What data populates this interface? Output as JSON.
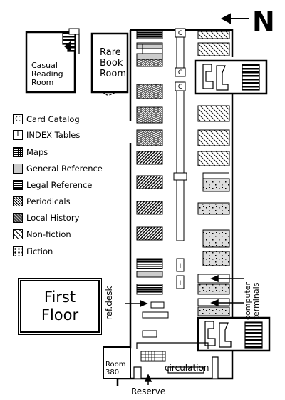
{
  "north": "N",
  "rooms": {
    "casual_reading": [
      "Casual",
      "Reading",
      "Room"
    ],
    "rare_book": [
      "Rare",
      "Book",
      "Room"
    ],
    "room_380": [
      "Room",
      "380"
    ]
  },
  "legend": [
    {
      "code": "card-catalog",
      "label": "Card Catalog",
      "symbol": "C"
    },
    {
      "code": "index-tables",
      "label": "INDEX Tables",
      "symbol": "I"
    },
    {
      "code": "maps",
      "label": "Maps"
    },
    {
      "code": "general-reference",
      "label": "General Reference"
    },
    {
      "code": "legal-reference",
      "label": "Legal Reference"
    },
    {
      "code": "periodicals",
      "label": "Periodicals"
    },
    {
      "code": "local-history",
      "label": "Local History"
    },
    {
      "code": "non-fiction",
      "label": "Non-fiction"
    },
    {
      "code": "fiction",
      "label": "Fiction"
    }
  ],
  "floor": [
    "First",
    "Floor"
  ],
  "labels": {
    "ref_desk": "ref.desk",
    "computer_terminals": [
      "computer",
      "terminals"
    ],
    "circulation": "circulation",
    "reserve": "Reserve"
  },
  "catalog_marks": {
    "c": "C",
    "i": "I"
  }
}
